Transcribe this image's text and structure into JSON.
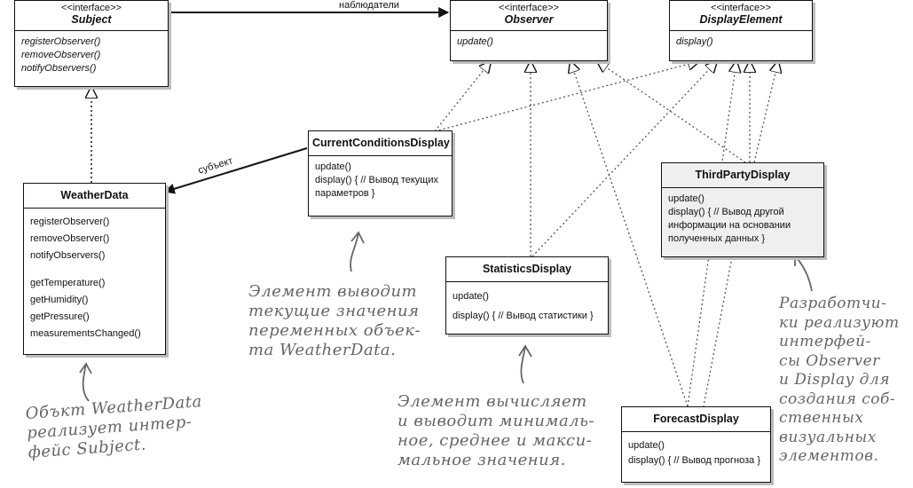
{
  "stereotype": "<<interface>>",
  "classes": {
    "subject": {
      "name": "Subject",
      "methods": [
        "registerObserver()",
        "removeObserver()",
        "notifyObservers()"
      ]
    },
    "observer": {
      "name": "Observer",
      "methods": [
        "update()"
      ]
    },
    "display_element": {
      "name": "DisplayElement",
      "methods": [
        "display()"
      ]
    },
    "weather_data": {
      "name": "WeatherData",
      "methods": [
        "registerObserver()",
        "removeObserver()",
        "notifyObservers()",
        "getTemperature()",
        "getHumidity()",
        "getPressure()",
        "measurementsChanged()"
      ]
    },
    "current_conditions": {
      "name": "CurrentConditionsDisplay",
      "methods": [
        "update()",
        "display() { // Вывод текущих",
        "параметров }"
      ]
    },
    "third_party": {
      "name": "ThirdPartyDisplay",
      "methods": [
        "update()",
        "display() { // Вывод другой",
        "информации на основании",
        "полученных данных  }"
      ]
    },
    "statistics": {
      "name": "StatisticsDisplay",
      "methods": [
        "update()",
        "display() { // Вывод статистики  }"
      ]
    },
    "forecast": {
      "name": "ForecastDisplay",
      "methods": [
        "update()",
        "display() { // Вывод прогноза }"
      ]
    }
  },
  "labels": {
    "observers": "наблюдатели",
    "subject": "субъект"
  },
  "notes": {
    "current": "Элемент выводит\nтекущие значения\nпеременных объек-\nта WeatherData.",
    "weather": "Объкт WeatherData\nреализует интер-\nфейс Subject.",
    "statistics": "Элемент вычисляет\nи выводит минималь-\nное, среднее и макси-\nмальное значения.",
    "third_party": "Разработчи-\nки реализуют\nинтерфей-\nсы Observer\nи Display для\nсоздания соб-\nственных\nвизуальных\nэлементов."
  }
}
